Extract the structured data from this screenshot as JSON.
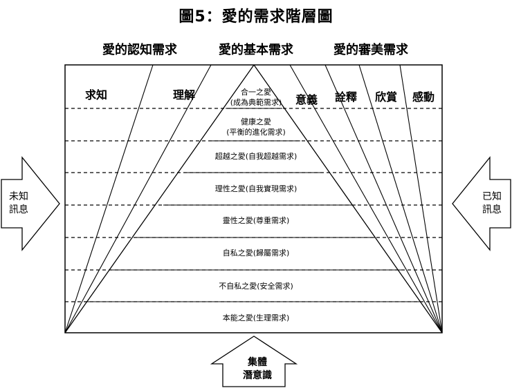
{
  "title": "圖5：愛的需求階層圖",
  "top_labels": [
    "愛的認知需求",
    "愛的基本需求",
    "愛的審美需求"
  ],
  "columns": {
    "left": [
      "求知",
      "理解"
    ],
    "right": [
      "意義",
      "詮釋",
      "欣賞",
      "感動"
    ]
  },
  "levels": [
    {
      "name": "合一之愛",
      "need": "(成為典範需求)"
    },
    {
      "name": "健康之愛",
      "need": "(平衡的進化需求)"
    },
    {
      "name": "超越之愛(自我超越需求)"
    },
    {
      "name": "理性之愛(自我實現需求)"
    },
    {
      "name": "靈性之愛(尊重需求)"
    },
    {
      "name": "自私之愛(歸屬需求)"
    },
    {
      "name": "不自私之愛(安全需求)"
    },
    {
      "name": "本能之愛(生理需求)"
    }
  ],
  "arrows": {
    "left": {
      "line1": "未知",
      "line2": "訊息"
    },
    "right": {
      "line1": "已知",
      "line2": "訊息"
    },
    "bottom": {
      "line1": "集體",
      "line2": "潛意識"
    }
  }
}
